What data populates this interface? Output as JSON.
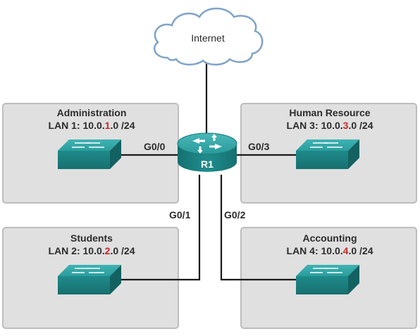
{
  "cloud": {
    "label": "Internet"
  },
  "router": {
    "name": "R1"
  },
  "colors": {
    "box_fill": "#e0e0e0",
    "box_stroke": "#bdbdbd",
    "device_teal": "#1d8c8c",
    "highlight_red": "#c62828"
  },
  "lans": [
    {
      "id": "administration",
      "name": "Administration",
      "lan_prefix": "LAN 1: 10.0.",
      "lan_octet": "1",
      "lan_suffix": ".0 /24",
      "port": "G0/0"
    },
    {
      "id": "human-resource",
      "name": "Human Resource",
      "lan_prefix": "LAN 3: 10.0.",
      "lan_octet": "3",
      "lan_suffix": ".0 /24",
      "port": "G0/3"
    },
    {
      "id": "students",
      "name": "Students",
      "lan_prefix": "LAN 2: 10.0.",
      "lan_octet": "2",
      "lan_suffix": ".0 /24",
      "port": "G0/1"
    },
    {
      "id": "accounting",
      "name": "Accounting",
      "lan_prefix": "LAN 4: 10.0.",
      "lan_octet": "4",
      "lan_suffix": ".0 /24",
      "port": "G0/2"
    }
  ]
}
